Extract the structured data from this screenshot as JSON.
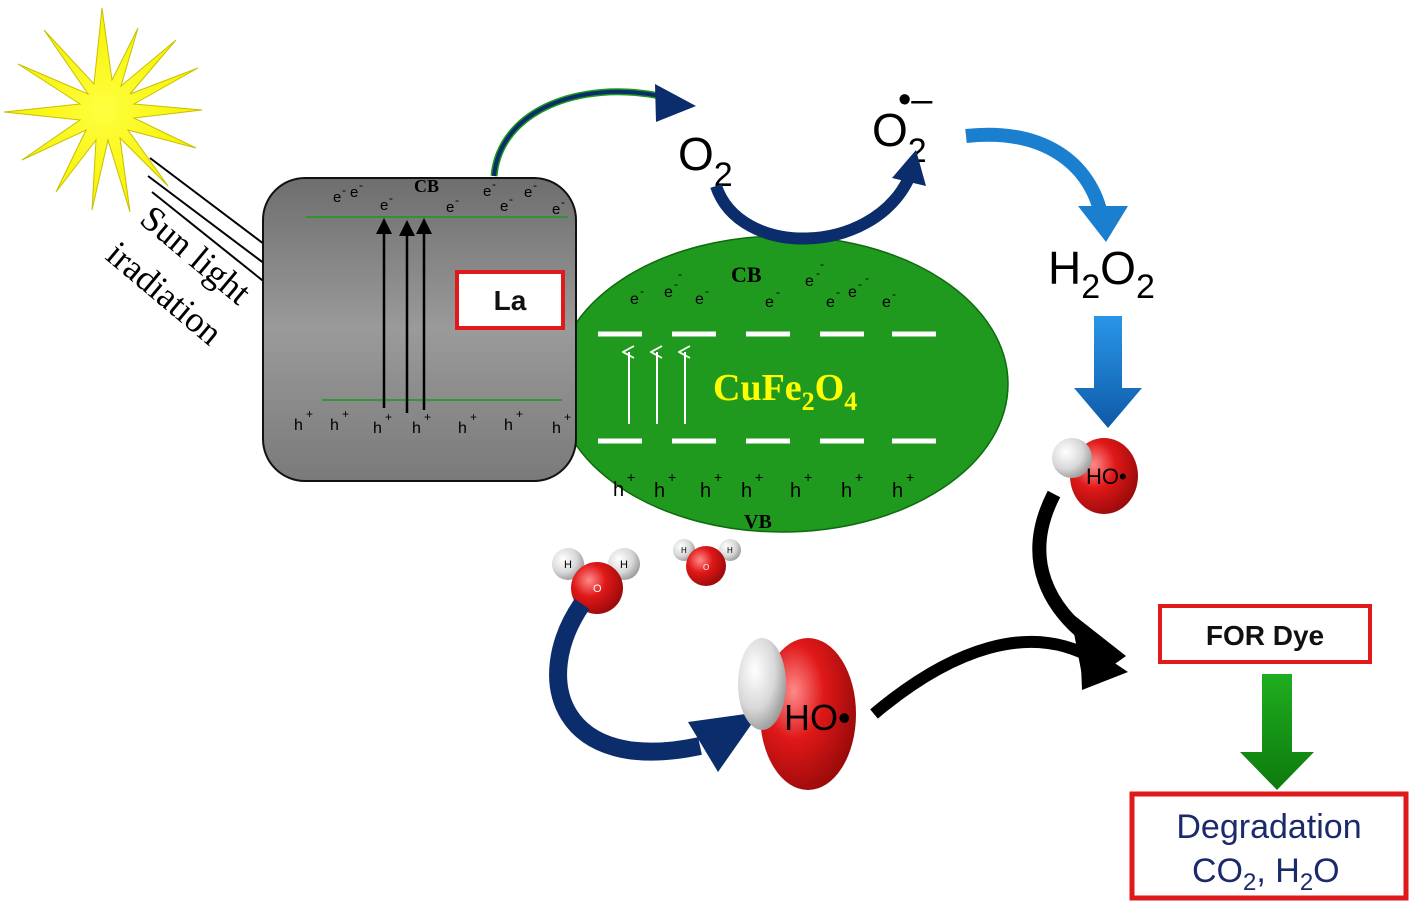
{
  "sun": {
    "label_line1": "Sun light",
    "label_line2": "iradiation"
  },
  "la_particle": {
    "label": "La",
    "cb_label": "CB",
    "electron": "e",
    "electron_sign": "-",
    "hole": "h",
    "hole_sign": "+"
  },
  "cufe2o4": {
    "label_base": "CuFe",
    "label_sub1": "2",
    "label_o": "O",
    "label_sub2": "4",
    "cb_label": "CB",
    "vb_label": "VB"
  },
  "species": {
    "o2": {
      "base": "O",
      "sub": "2"
    },
    "superoxide": {
      "base": "O",
      "sub": "2",
      "sup": "•–"
    },
    "h2o2": {
      "h": "H",
      "sub1": "2",
      "o": "O",
      "sub2": "2"
    },
    "hydroxyl_small": "HO•",
    "hydroxyl_large": "HO•",
    "water_h": "H",
    "water_o": "O"
  },
  "dye_box": {
    "label": "FOR Dye"
  },
  "products": {
    "line1": "Degradation",
    "line2_co": "CO",
    "line2_sub1": "2",
    "line2_sep": ", H",
    "line2_sub2": "2",
    "line2_o": "O"
  },
  "colors": {
    "la_box": "#8a8a8a",
    "cufe2o4_fill": "#1f9a1f",
    "label_yellow": "#ffff00",
    "red_border": "#e0191b",
    "navy_arrow": "#0c2d6b",
    "blue_arrow": "#1b7fd0",
    "green_arrow": "#189a18",
    "text_navy": "#1b2a6b"
  }
}
